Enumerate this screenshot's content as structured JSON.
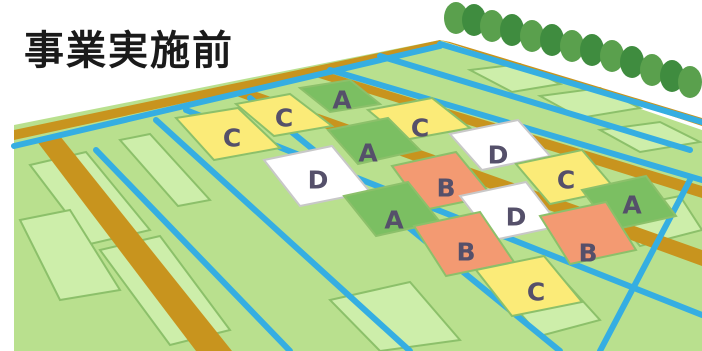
{
  "title": "事業実施前",
  "colors": {
    "sky": "#ffffff",
    "grass": "#b9e08e",
    "plot_fill": "#cdeeaa",
    "plot_edge": "#8cc06a",
    "water": "#35aee2",
    "road": "#c8941e",
    "tree": "#3f8c3f",
    "grade_A": "#7bbf62",
    "grade_B": "#f39a72",
    "grade_C": "#fbeb78",
    "grade_D": "#ffffff"
  },
  "plots": [
    {
      "label": "A",
      "grade": "A"
    },
    {
      "label": "C",
      "grade": "C"
    },
    {
      "label": "C",
      "grade": "C"
    },
    {
      "label": "C",
      "grade": "C"
    },
    {
      "label": "A",
      "grade": "A"
    },
    {
      "label": "D",
      "grade": "D"
    },
    {
      "label": "D",
      "grade": "D"
    },
    {
      "label": "B",
      "grade": "B"
    },
    {
      "label": "C",
      "grade": "C"
    },
    {
      "label": "A",
      "grade": "A"
    },
    {
      "label": "A",
      "grade": "A"
    },
    {
      "label": "D",
      "grade": "D"
    },
    {
      "label": "B",
      "grade": "B"
    },
    {
      "label": "B",
      "grade": "B"
    },
    {
      "label": "C",
      "grade": "C"
    }
  ]
}
